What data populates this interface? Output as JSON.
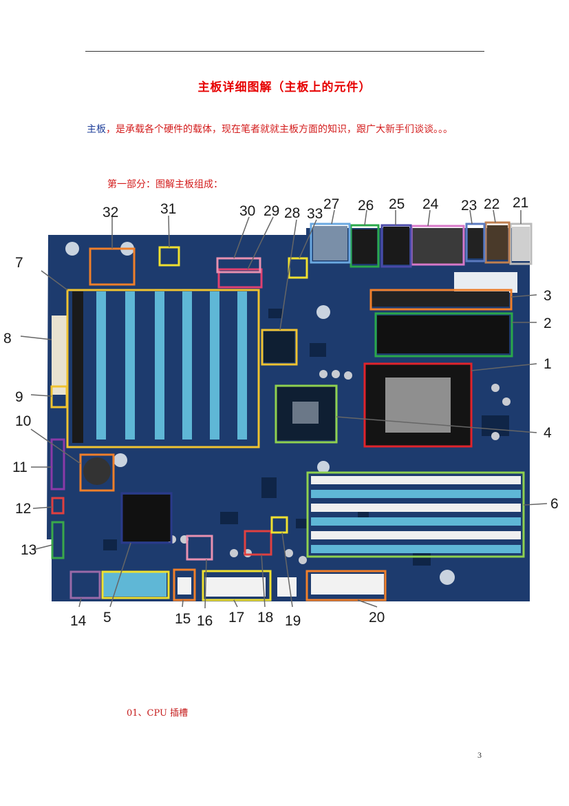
{
  "title": "主板详细图解（主板上的元件）",
  "intro_keyword": "主板",
  "intro_rest": "，是承载各个硬件的载体，现在笔者就就主板方面的知识，跟广大新手们谈谈。。。",
  "section_heading": "第一部分：图解主板组成：",
  "item_01": "01、CPU 插槽",
  "page_number": "3",
  "colors": {
    "title_red": "#e60000",
    "keyword_blue": "#1f3f9a",
    "board_blue": "#1b3a6b"
  },
  "callouts": [
    "1",
    "2",
    "3",
    "4",
    "5",
    "6",
    "7",
    "8",
    "9",
    "10",
    "11",
    "12",
    "13",
    "14",
    "15",
    "16",
    "17",
    "18",
    "19",
    "20",
    "21",
    "22",
    "23",
    "24",
    "25",
    "26",
    "27",
    "28",
    "29",
    "30",
    "31",
    "32",
    "33"
  ]
}
